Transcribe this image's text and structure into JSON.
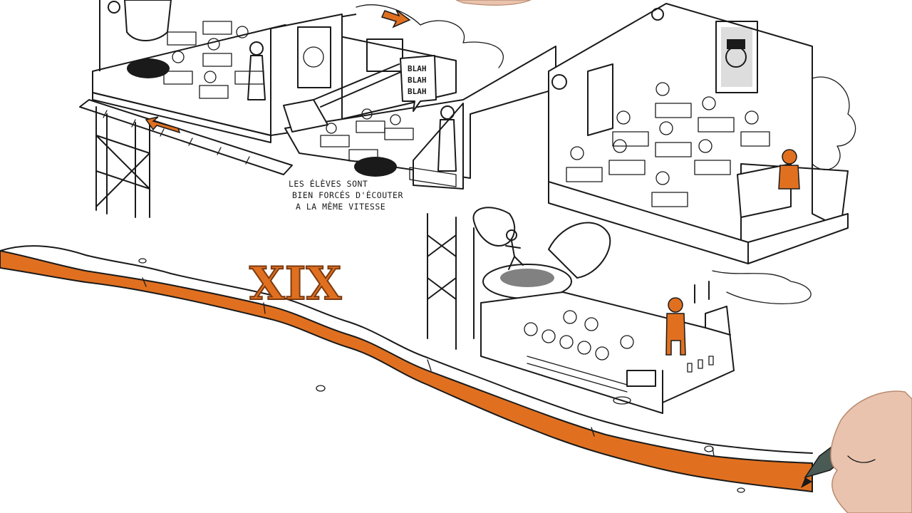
{
  "caption": {
    "line1": "LES ÉLÈVES SONT",
    "line2": "BIEN FORCÉS D'ÉCOUTER",
    "line3": "A LA MÊME VITESSE"
  },
  "speech_bubble": {
    "line1": "BLAH",
    "line2": "BLAH",
    "line3": "BLAH"
  },
  "era_label": "XIX",
  "colors": {
    "accent": "#e07020",
    "ink": "#1a1a1a",
    "paper": "#ffffff"
  },
  "icons": [
    "clock-icon",
    "portrait-frame",
    "conveyor-arrow",
    "funnel",
    "toilet-chute",
    "typewriter",
    "hand-with-marker"
  ]
}
